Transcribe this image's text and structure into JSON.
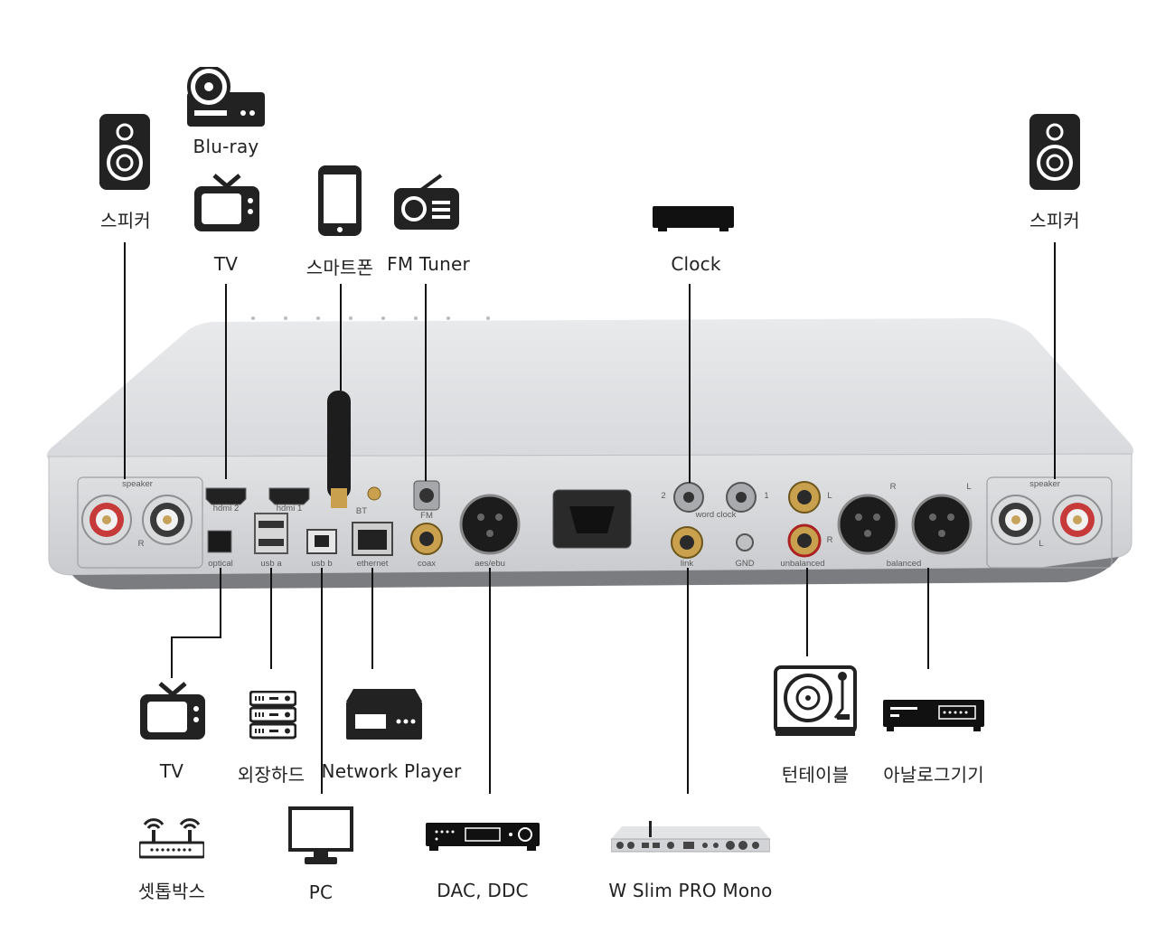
{
  "top_devices": {
    "blu_ray": "Blu-ray",
    "speaker_left": "스피커",
    "tv": "TV",
    "smartphone": "스마트폰",
    "fm_tuner": "FM Tuner",
    "clock": "Clock",
    "speaker_right": "스피커"
  },
  "panel_labels": {
    "speaker_left": "speaker",
    "hdmi2": "hdmi 2",
    "hdmi1": "hdmi 1",
    "bt": "BT",
    "fm": "FM",
    "r_left": "R",
    "optical": "optical",
    "usb_a": "usb a",
    "usb_b": "usb b",
    "ethernet": "ethernet",
    "coax": "coax",
    "aes_ebu": "aes/ebu",
    "wc_2": "2",
    "wc_1": "1",
    "word_clock": "word clock",
    "link": "link",
    "gnd": "GND",
    "unb_l": "L",
    "unb_r": "R",
    "unbalanced": "unbalanced",
    "bal_r": "R",
    "bal_l": "L",
    "balanced": "balanced",
    "speaker_right": "speaker",
    "l_right": "L"
  },
  "bottom_devices": {
    "tv": "TV",
    "external_hdd": "외장하드",
    "network_player": "Network Player",
    "settop_box": "셋톱박스",
    "pc": "PC",
    "dac_ddc": "DAC, DDC",
    "w_slim": "W Slim PRO Mono",
    "turntable": "턴테이블",
    "analog_device": "아날로그기기"
  },
  "icons": [
    "speaker-icon",
    "bluray-player-icon",
    "tv-icon",
    "smartphone-icon",
    "radio-icon",
    "clock-device-icon",
    "router-icon",
    "hdd-rack-icon",
    "network-player-icon",
    "monitor-icon",
    "dac-icon",
    "amplifier-icon",
    "turntable-icon",
    "cassette-deck-icon"
  ]
}
